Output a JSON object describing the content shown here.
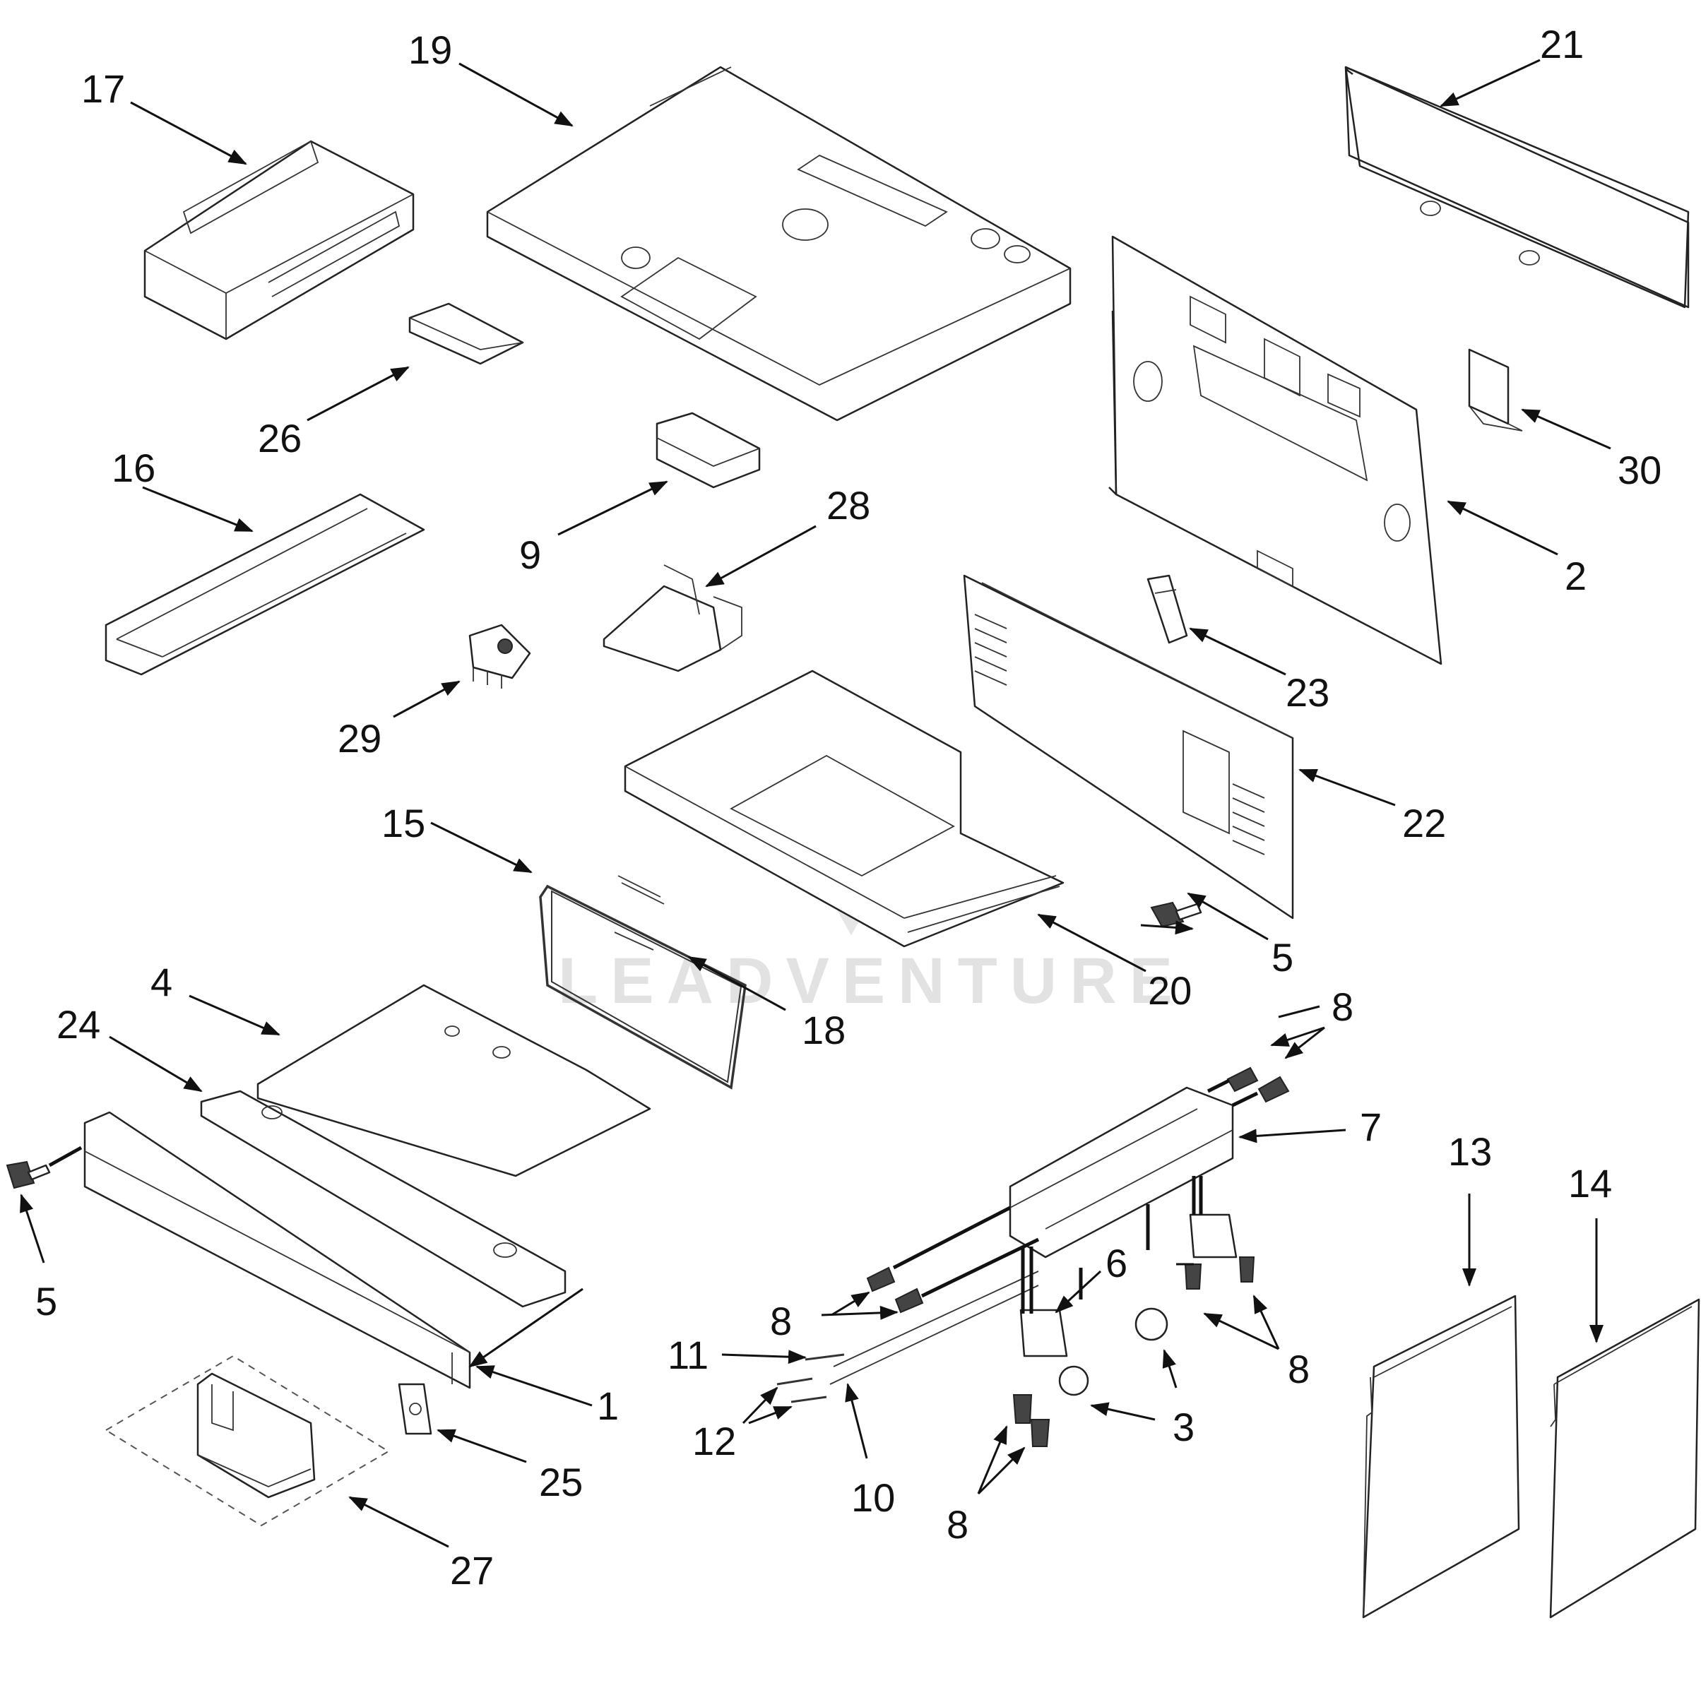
{
  "watermark": {
    "text": "LEADVENTURE",
    "logo": "leadventure-flame-logo"
  },
  "callouts": {
    "c1": "1",
    "c2": "2",
    "c3": "3",
    "c4": "4",
    "c5a": "5",
    "c5b": "5",
    "c6": "6",
    "c7": "7",
    "c8a": "8",
    "c8b": "8",
    "c8c": "8",
    "c8d": "8",
    "c9": "9",
    "c10": "10",
    "c11": "11",
    "c12": "12",
    "c13": "13",
    "c14": "14",
    "c15": "15",
    "c16": "16",
    "c17": "17",
    "c18": "18",
    "c19": "19",
    "c20": "20",
    "c21": "21",
    "c22": "22",
    "c23": "23",
    "c24": "24",
    "c25": "25",
    "c26": "26",
    "c27": "27",
    "c28": "28",
    "c29": "29",
    "c30": "30"
  },
  "colors": {
    "line": "#222222",
    "text": "#111111",
    "watermark": "#e2e2e2"
  }
}
